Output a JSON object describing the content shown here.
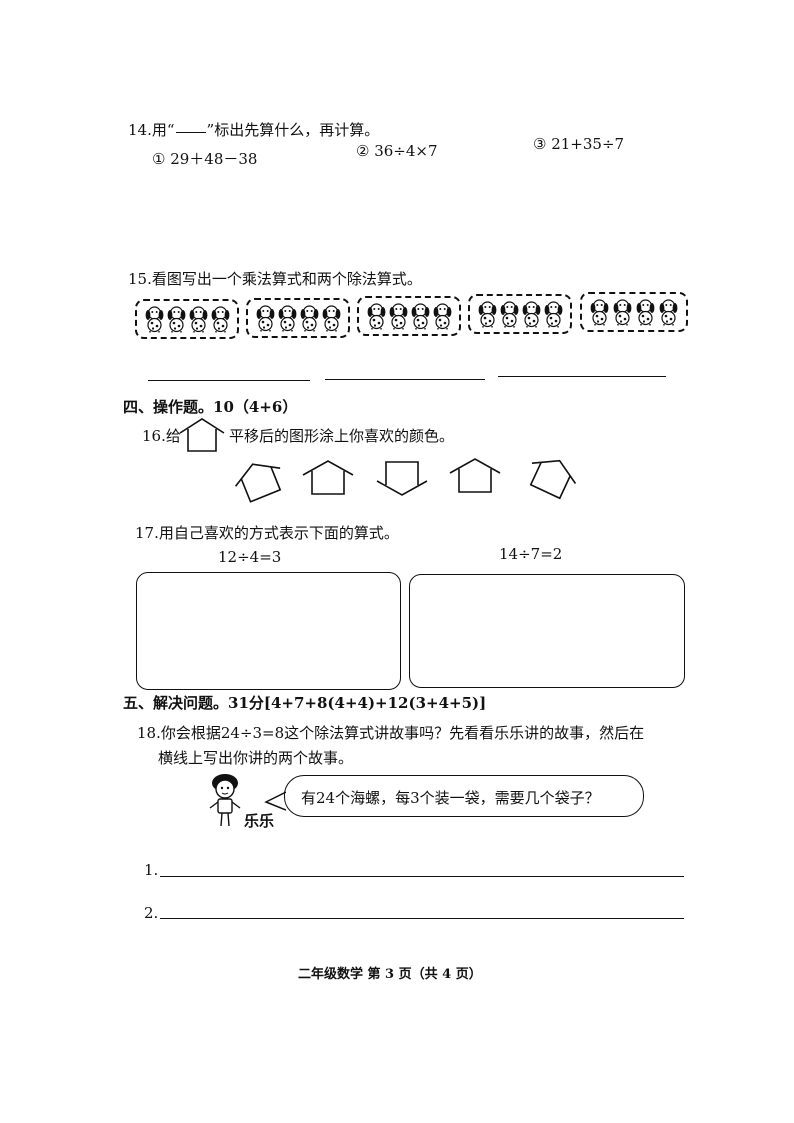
{
  "q14": {
    "prefix": "14.用“",
    "suffix": "”标出先算什么，再计算。",
    "items": [
      "① 29＋48－38",
      "② 36÷4×7",
      "③ 21+35÷7"
    ]
  },
  "q15": {
    "title": "15.看图写出一个乘法算式和两个除法算式。",
    "groups": 5,
    "dogs_per_group": 4
  },
  "section4": {
    "title": "四、操作题。10（4+6）"
  },
  "q16": {
    "prefix": "16.给",
    "suffix": "平移后的图形涂上你喜欢的颜色。"
  },
  "q17": {
    "title": "17.用自己喜欢的方式表示下面的算式。",
    "exprs": [
      "12÷4=3",
      "14÷7=2"
    ]
  },
  "section5": {
    "title": "五、解决问题。31分[4+7+8(4+4)+12(3+4+5)]"
  },
  "q18": {
    "line1": "18.你会根据24÷3=8这个除法算式讲故事吗？先看看乐乐讲的故事，然后在",
    "line2": "横线上写出你讲的两个故事。",
    "speech": "有24个海螺，每3个装一袋，需要几个袋子？",
    "character": "乐乐",
    "answer_labels": [
      "1.",
      "2."
    ]
  },
  "footer": "二年级数学 第 3 页（共 4 页）"
}
